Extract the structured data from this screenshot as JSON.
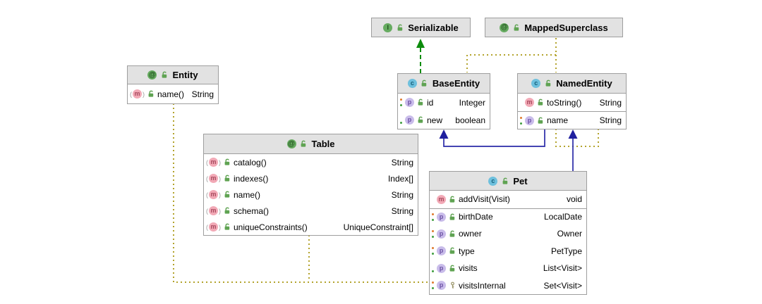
{
  "diagram": {
    "tool": "uml-class-diagram",
    "nodes": {
      "serializable": {
        "title": "Serializable",
        "kind": "interface",
        "icon": "I"
      },
      "mapped_superclass": {
        "title": "MappedSuperclass",
        "kind": "annotation",
        "icon": "@"
      },
      "entity": {
        "title": "Entity",
        "kind": "annotation",
        "icon": "@",
        "members": [
          {
            "icon": "m",
            "name": "name()",
            "type": "String"
          }
        ]
      },
      "base_entity": {
        "title": "BaseEntity",
        "kind": "class",
        "icon": "c",
        "members": [
          {
            "icon": "p",
            "name": "id",
            "type": "Integer"
          },
          {
            "icon": "p",
            "name": "new",
            "type": "boolean"
          }
        ]
      },
      "named_entity": {
        "title": "NamedEntity",
        "kind": "class",
        "icon": "c",
        "members": [
          {
            "icon": "m",
            "name": "toString()",
            "type": "String"
          },
          {
            "icon": "p",
            "name": "name",
            "type": "String"
          }
        ]
      },
      "table": {
        "title": "Table",
        "kind": "annotation",
        "icon": "@",
        "members": [
          {
            "icon": "m",
            "name": "catalog()",
            "type": "String"
          },
          {
            "icon": "m",
            "name": "indexes()",
            "type": "Index[]"
          },
          {
            "icon": "m",
            "name": "name()",
            "type": "String"
          },
          {
            "icon": "m",
            "name": "schema()",
            "type": "String"
          },
          {
            "icon": "m",
            "name": "uniqueConstraints()",
            "type": "UniqueConstraint[]"
          }
        ]
      },
      "pet": {
        "title": "Pet",
        "kind": "class",
        "icon": "c",
        "members": [
          {
            "icon": "m",
            "name": "addVisit(Visit)",
            "type": "void"
          },
          {
            "icon": "p",
            "name": "birthDate",
            "type": "LocalDate"
          },
          {
            "icon": "p",
            "name": "owner",
            "type": "Owner"
          },
          {
            "icon": "p",
            "name": "type",
            "type": "PetType"
          },
          {
            "icon": "p",
            "name": "visits",
            "type": "List<Visit>"
          },
          {
            "icon": "p",
            "name": "visitsInternal",
            "type": "Set<Visit>"
          }
        ]
      }
    },
    "edges": [
      {
        "type": "realization",
        "from": "BaseEntity",
        "to": "Serializable"
      },
      {
        "type": "annotation",
        "from": "MappedSuperclass",
        "to": "BaseEntity"
      },
      {
        "type": "annotation",
        "from": "MappedSuperclass",
        "to": "NamedEntity"
      },
      {
        "type": "inheritance",
        "from": "NamedEntity",
        "to": "BaseEntity"
      },
      {
        "type": "inheritance",
        "from": "Pet",
        "to": "NamedEntity"
      },
      {
        "type": "annotation",
        "from": "Entity",
        "to": "Pet"
      },
      {
        "type": "annotation",
        "from": "Table",
        "to": "Pet"
      }
    ],
    "colors": {
      "inheritance_edge": "#2a2aa8",
      "realization_edge": "#0d8c0d",
      "annotation_edge": "#b3a32c",
      "node_header": "#e2e2e2",
      "node_border": "#9e9e9e",
      "class_icon": "#6ec0dd",
      "method_icon": "#f2a9b6",
      "property_icon": "#c9bcea",
      "interface_icon": "#66ab60",
      "annotation_icon": "#66ab60"
    }
  }
}
